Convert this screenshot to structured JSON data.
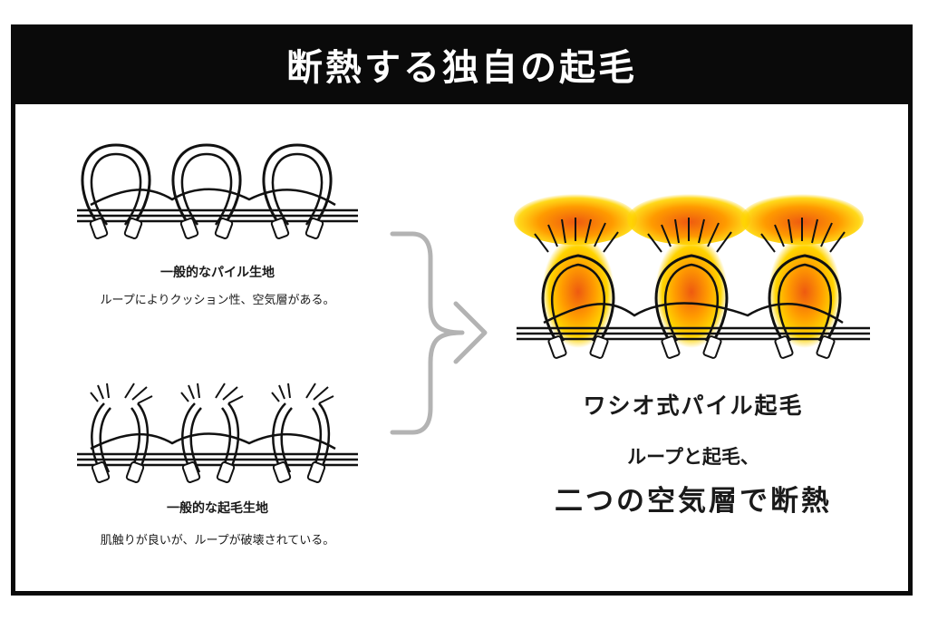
{
  "title": "断熱する独自の起毛",
  "pile_fabric": {
    "title": "一般的なパイル生地",
    "description": "ループによりクッション性、空気層がある。"
  },
  "napped_fabric": {
    "title": "一般的な起毛生地",
    "description": "肌触りが良いが、ループが破壊されている。"
  },
  "washio_fabric": {
    "title": "ワシオ式パイル起毛",
    "line1": "ループと起毛、",
    "line2": "二つの空気層で断熱"
  },
  "colors": {
    "frame": "#0a0a0a",
    "warm_outer": "#ffd400",
    "warm_mid": "#ff9b00",
    "warm_core": "#ee5a10",
    "arrow": "#b3b3b3"
  }
}
